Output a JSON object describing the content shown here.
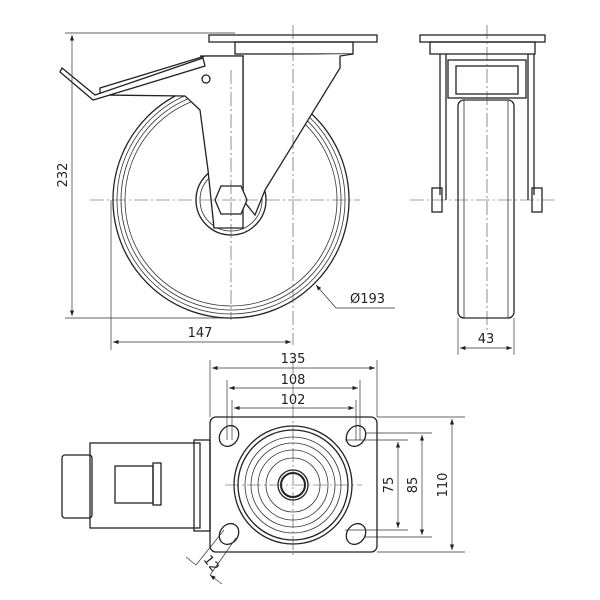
{
  "drawing": {
    "title": "Swivel castor with brake - technical drawing",
    "side_view": {
      "height_label": "232",
      "offset_label": "147",
      "diameter_label": "Ø193"
    },
    "front_view": {
      "width_label": "43"
    },
    "top_view": {
      "plate_width_label": "135",
      "hole_spacing_outer_label": "108",
      "hole_spacing_inner_label": "102",
      "hole_spacing_v_inner_label": "75",
      "hole_spacing_v_outer_label": "85",
      "plate_height_label": "110",
      "hole_diameter_label": "12"
    }
  }
}
